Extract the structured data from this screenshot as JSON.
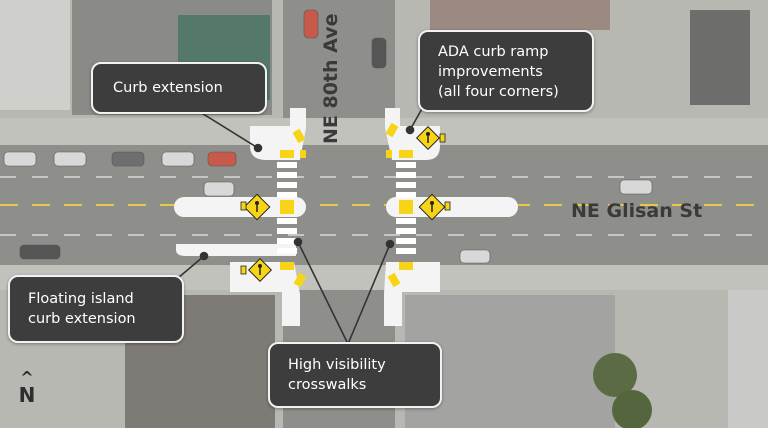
{
  "streets": {
    "east_west": "NE Glisan St",
    "north_south": "NE 80th Ave"
  },
  "callouts": {
    "curb_extension": "Curb extension",
    "ada_line1": "ADA curb ramp",
    "ada_line2": "improvements",
    "ada_line3": "(all four corners)",
    "floating_line1": "Floating island",
    "floating_line2": "curb extension",
    "crosswalk_line1": "High visibility",
    "crosswalk_line2": "crosswalks"
  },
  "north_arrow": {
    "caret": "^",
    "letter": "N"
  },
  "colors": {
    "road": "#8e8e8a",
    "curb_extension": "#f4f4f4",
    "crosswalk": "#ffffff",
    "ramp_warning": "#f7d417",
    "callout_bg": "#3d3d3d",
    "lane_line": "#e8c64a"
  },
  "icons": [
    "pedestrian-warning-sign-icon",
    "north-arrow-icon"
  ]
}
